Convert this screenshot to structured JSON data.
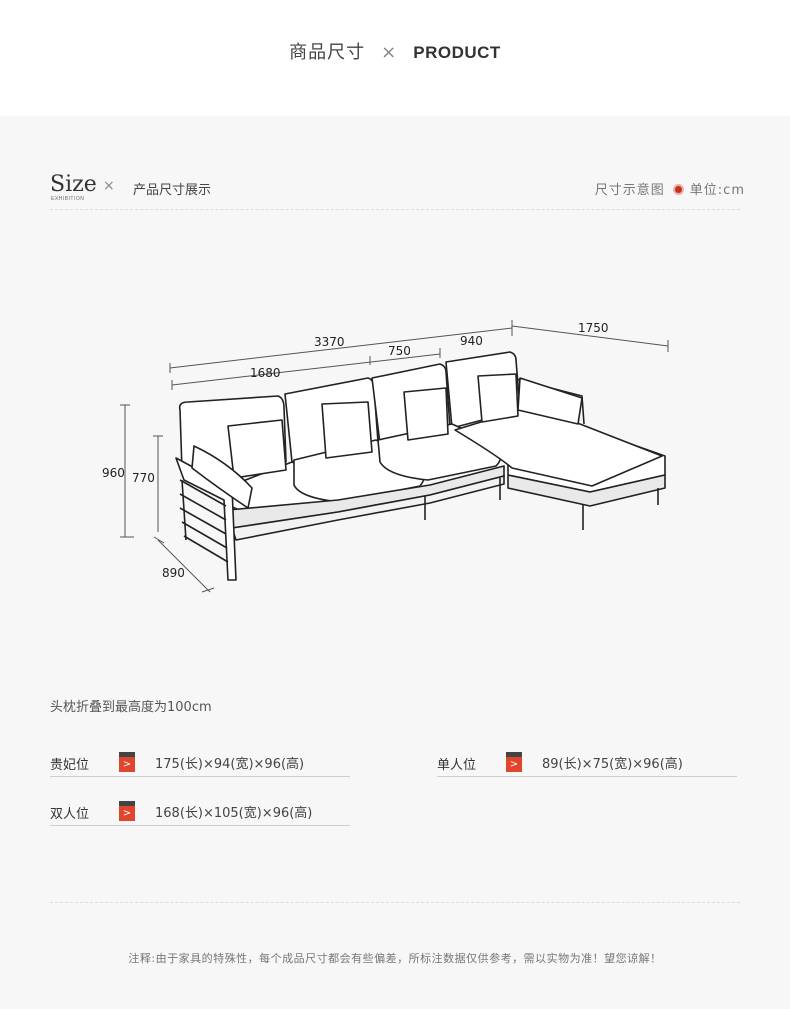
{
  "header": {
    "title_cn": "商品尺寸",
    "separator": "×",
    "title_en": "PRODUCT"
  },
  "section": {
    "logo": "Size",
    "logo_sub": "EXHIBITION",
    "separator": "×",
    "caption": "产品尺寸展示",
    "legend_text": "尺寸示意图",
    "unit_text": "单位:cm",
    "accent_color": "#c8321c"
  },
  "diagram": {
    "dims": {
      "total_width": "3370",
      "main_width": "1680",
      "mid_width": "750",
      "side_width": "940",
      "chaise_length": "1750",
      "height_total": "960",
      "height_seat_back": "770",
      "depth": "890"
    }
  },
  "note": "头枕折叠到最高度为100cm",
  "specs": [
    {
      "label": "贵妃位",
      "value": "175(长)×94(宽)×96(高)"
    },
    {
      "label": "单人位",
      "value": "89(长)×75(宽)×96(高)"
    },
    {
      "label": "双人位",
      "value": "168(长)×105(宽)×96(高)"
    }
  ],
  "footer": "注释:由于家具的特殊性，每个成品尺寸都会有些偏差，所标注数据仅供参考，需以实物为准！望您谅解！"
}
